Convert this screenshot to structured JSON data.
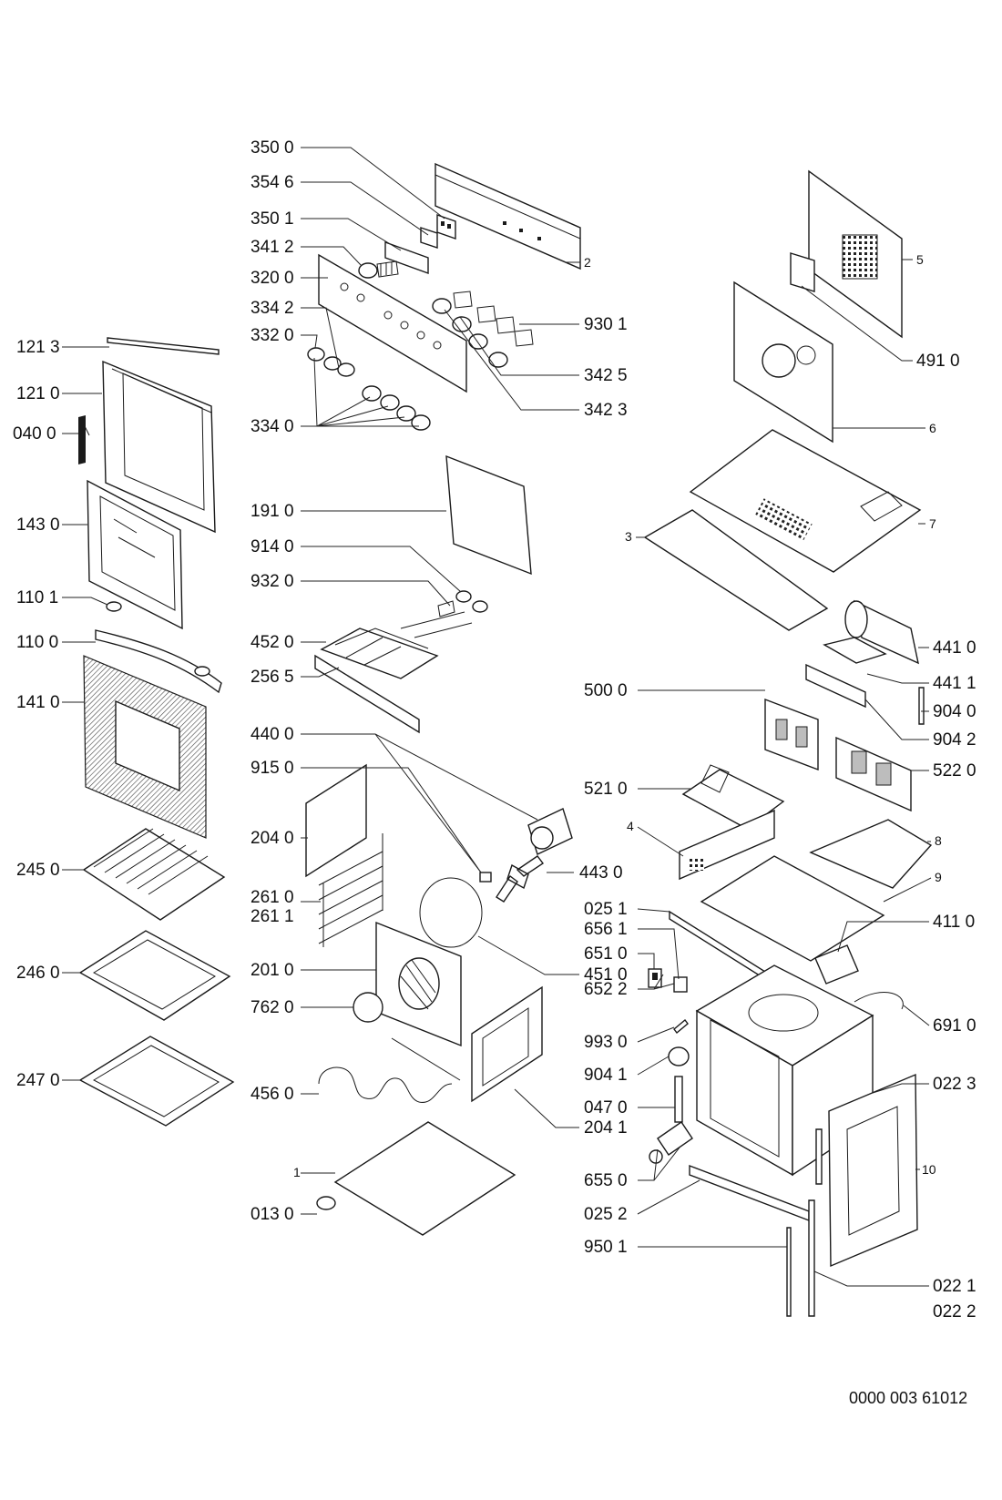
{
  "labels": {
    "l3500": "350 0",
    "l3546": "354 6",
    "l3501": "350 1",
    "l3412": "341 2",
    "l3200": "320 0",
    "l3342": "334 2",
    "l3320": "332 0",
    "l3340": "334 0",
    "l9301": "930 1",
    "l3425": "342 5",
    "l3423": "342 3",
    "l2": "2",
    "l5": "5",
    "l4910": "491 0",
    "l6": "6",
    "l7": "7",
    "l3": "3",
    "l1213": "121 3",
    "l1210": "121 0",
    "l0400": "040 0",
    "l1430": "143 0",
    "l1101": "110 1",
    "l1100": "110 0",
    "l1410": "141 0",
    "l2450": "245 0",
    "l2460": "246 0",
    "l2470": "247 0",
    "l1910": "191 0",
    "l9140": "914 0",
    "l9320": "932 0",
    "l4520": "452 0",
    "l2565": "256 5",
    "l4400": "440 0",
    "l9150": "915 0",
    "l2040": "204 0",
    "l2610": "261 0",
    "l2611": "261 1",
    "l2010": "201 0",
    "l7620": "762 0",
    "l4560": "456 0",
    "l1": "1",
    "l0130": "013 0",
    "l4430": "443 0",
    "l4510": "451 0",
    "l2041": "204 1",
    "l4410": "441 0",
    "l4411": "441 1",
    "l5000": "500 0",
    "l9040": "904 0",
    "l9042": "904 2",
    "l5220": "522 0",
    "l5210": "521 0",
    "l4": "4",
    "l8": "8",
    "l9": "9",
    "l0251": "025 1",
    "l6561": "656 1",
    "l6510": "651 0",
    "l6522": "652 2",
    "l4110": "411 0",
    "l6910": "691 0",
    "l9930": "993 0",
    "l9041": "904 1",
    "l0470": "047 0",
    "l0223": "022 3",
    "l6550": "655 0",
    "l0252": "025 2",
    "l10": "10",
    "l9501": "950 1",
    "l0221": "022 1",
    "l0222": "022 2"
  },
  "footer_code": "0000 003 61012"
}
